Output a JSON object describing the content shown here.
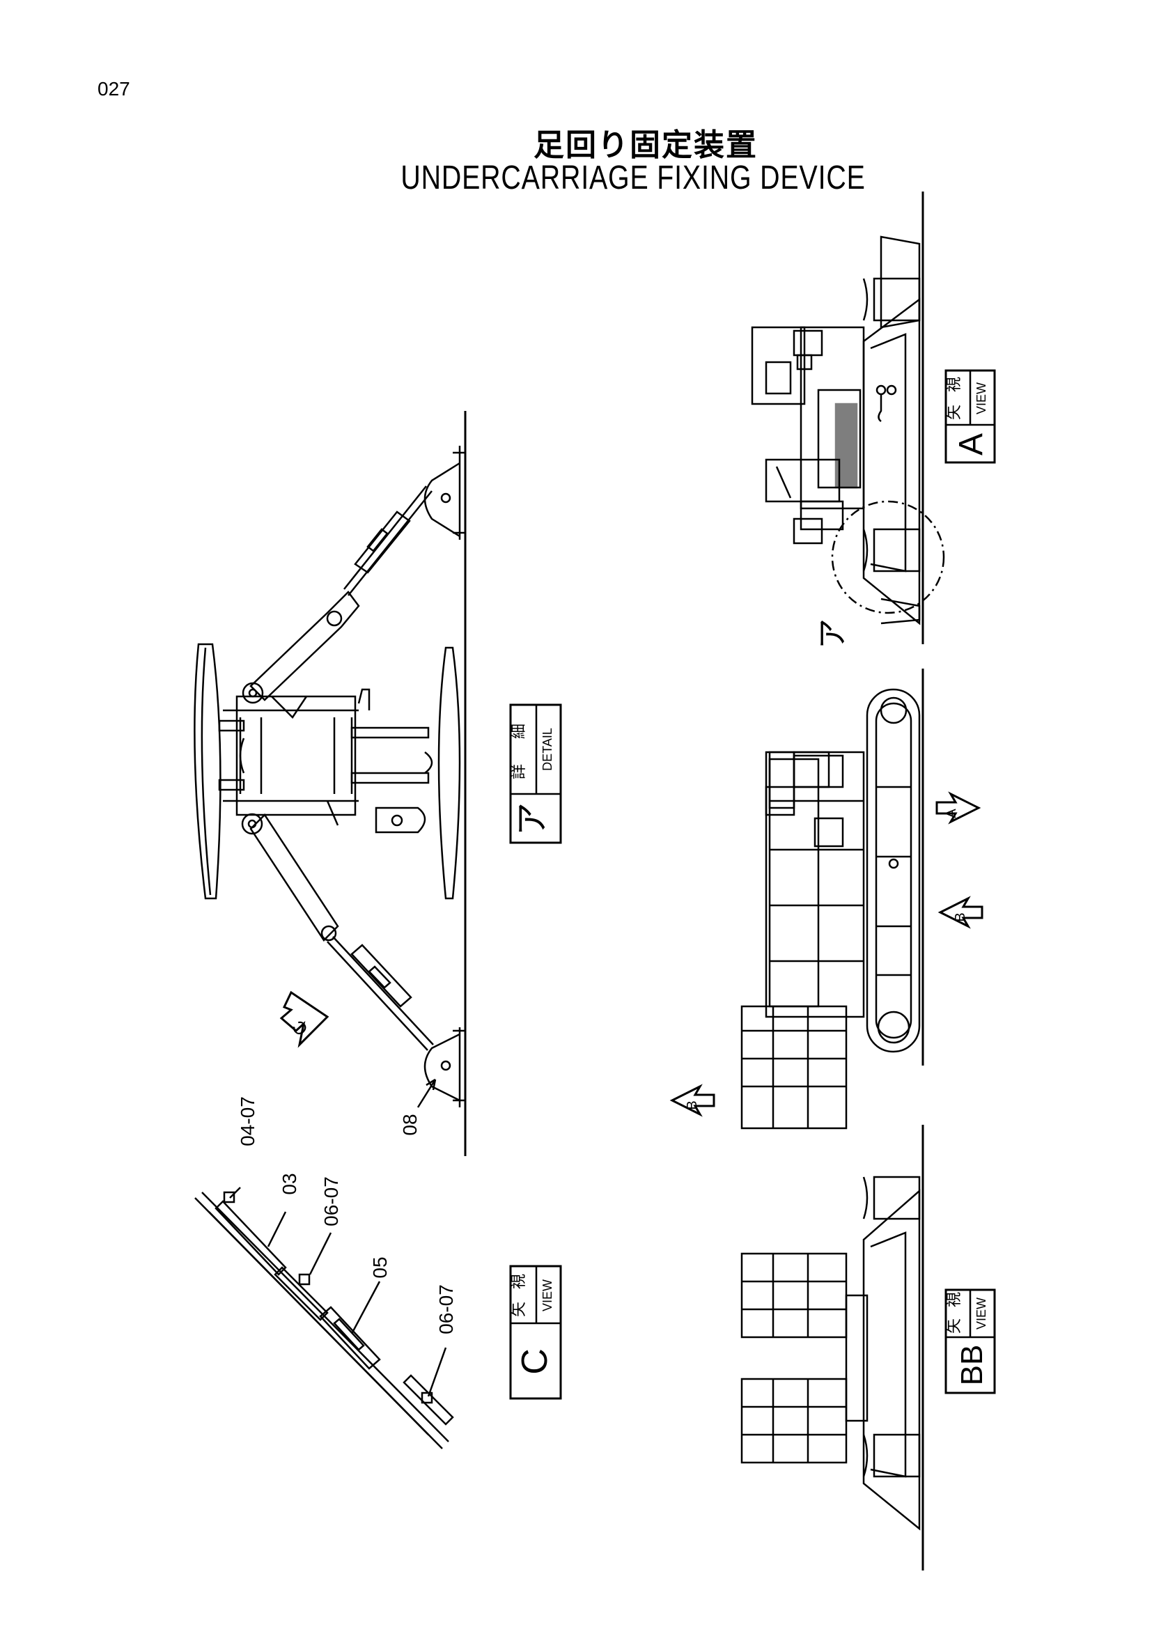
{
  "page": {
    "number": "027",
    "title_jp": "足回り固定装置",
    "title_en": "UNDERCARRIAGE FIXING DEVICE"
  },
  "labels": {
    "detail_jp_1": "詳",
    "detail_jp_2": "細",
    "detail_en": "DETAIL",
    "detail_mark": "ア",
    "view_jp_1": "矢",
    "view_jp_2": "視",
    "view_en": "VIEW",
    "view_a_letter": "A",
    "view_bb_letter": "BB",
    "view_c_letter": "C",
    "circle_mark": "ア",
    "arrow_a": "A",
    "arrow_b": "B",
    "arrow_c": "C"
  },
  "part_callouts": {
    "p08": "08",
    "p04_07": "04-07",
    "p03": "03",
    "p06_07_a": "06-07",
    "p05": "05",
    "p06_07_b": "06-07"
  },
  "colors": {
    "ink": "#000000",
    "paper": "#ffffff"
  }
}
